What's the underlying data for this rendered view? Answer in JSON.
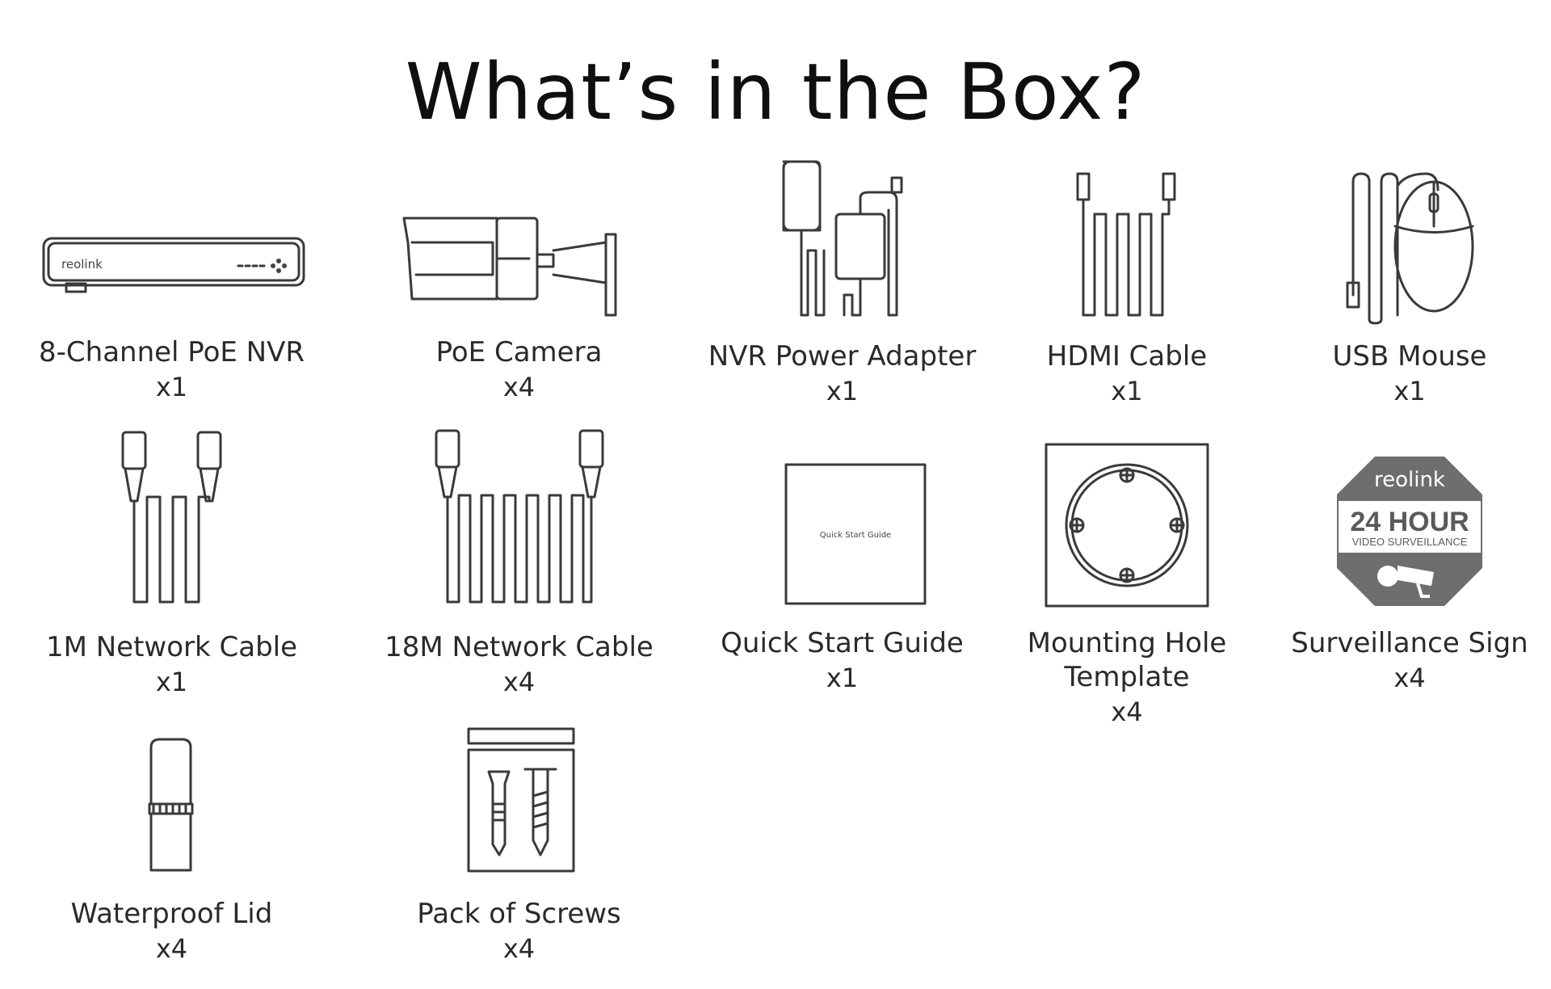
{
  "title": "What’s in the Box?",
  "items": [
    {
      "label": "8-Channel PoE NVR",
      "qty": "x1",
      "icon": "nvr-icon",
      "brand": "reolink"
    },
    {
      "label": "PoE Camera",
      "qty": "x4",
      "icon": "camera-icon"
    },
    {
      "label": "NVR Power Adapter",
      "qty": "x1",
      "icon": "power-adapter-icon"
    },
    {
      "label": "HDMI Cable",
      "qty": "x1",
      "icon": "hdmi-cable-icon"
    },
    {
      "label": "USB Mouse",
      "qty": "x1",
      "icon": "usb-mouse-icon"
    },
    {
      "label": "1M Network Cable",
      "qty": "x1",
      "icon": "network-cable-icon"
    },
    {
      "label": "18M Network Cable",
      "qty": "x4",
      "icon": "network-cable-long-icon"
    },
    {
      "label": "Quick Start Guide",
      "qty": "x1",
      "icon": "guide-icon",
      "cover_text": "Quick Start Guide"
    },
    {
      "label": "Mounting Hole Template",
      "label_line1": "Mounting Hole",
      "label_line2": "Template",
      "qty": "x4",
      "icon": "template-icon"
    },
    {
      "label": "Surveillance Sign",
      "qty": "x4",
      "icon": "sign-icon",
      "sign_brand": "reolink",
      "sign_headline": "24 HOUR",
      "sign_sub": "VIDEO SURVEILLANCE"
    },
    {
      "label": "Waterproof Lid",
      "qty": "x4",
      "icon": "waterproof-lid-icon"
    },
    {
      "label": "Pack of Screws",
      "qty": "x4",
      "icon": "screws-icon"
    }
  ],
  "colors": {
    "text": "#2a2a2a",
    "line": "#3a3a3a",
    "sign": "#6e6e6e"
  }
}
